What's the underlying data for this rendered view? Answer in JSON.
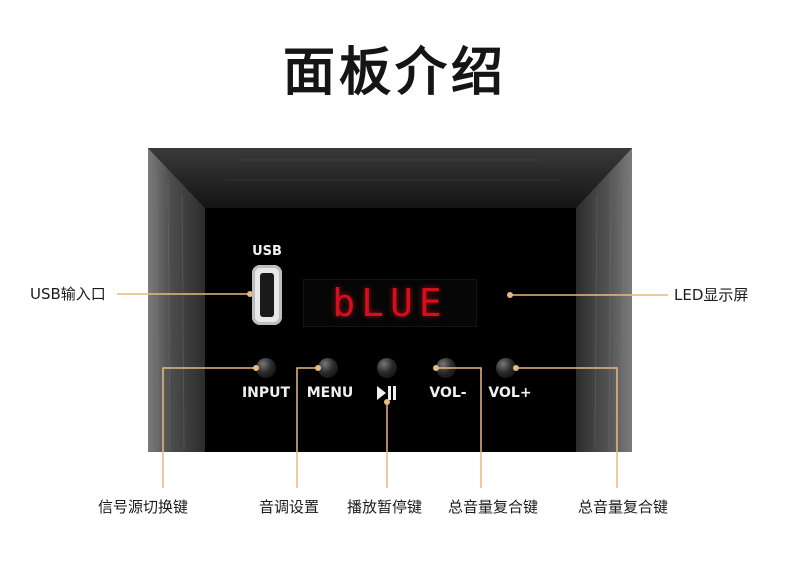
{
  "title": "面板介绍",
  "panel": {
    "usb_port_label": "USB",
    "led_display_text": "bLUE",
    "buttons": [
      "INPUT",
      "MENU",
      "▶||",
      "VOL-",
      "VOL+"
    ]
  },
  "callouts": {
    "usb_input": "USB输入口",
    "led_display": "LED显示屏",
    "input_button": "信号源切换键",
    "menu_button": "音调设置",
    "play_pause_button": "播放暂停键",
    "vol_minus_button": "总音量复合键",
    "vol_plus_button": "总音量复合键"
  },
  "colors": {
    "callout_line": "#e8b982",
    "led_text": "#d60d1b",
    "panel_face": "#000000"
  }
}
